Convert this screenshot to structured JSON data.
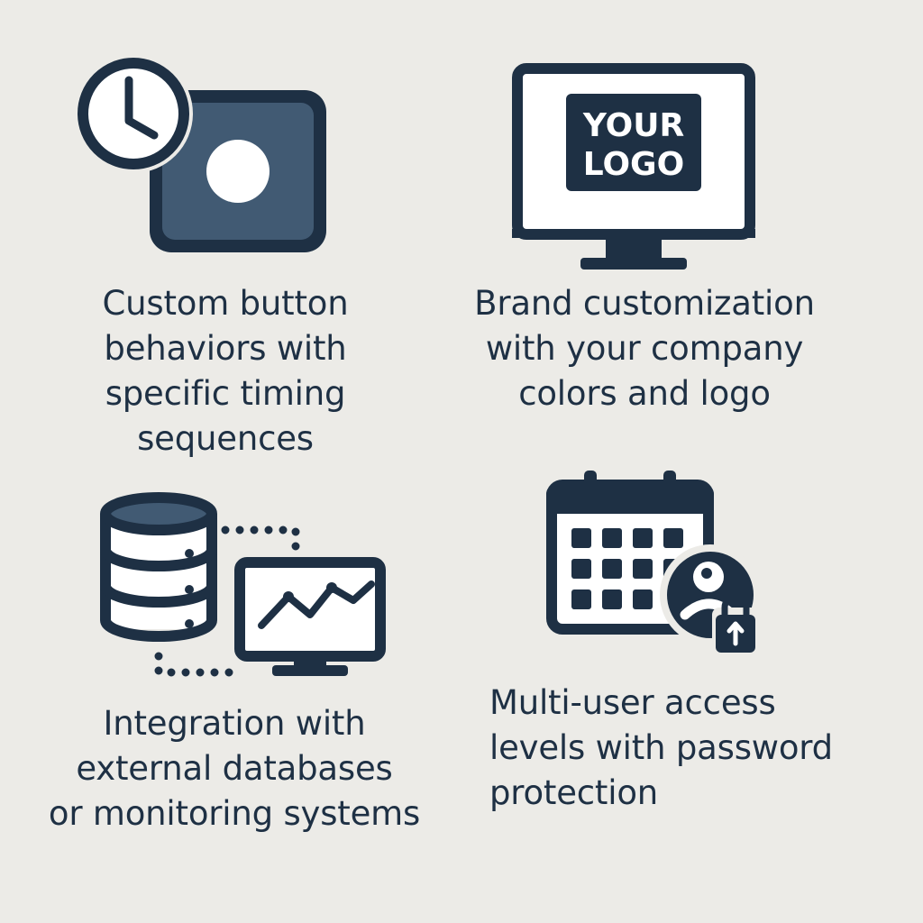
{
  "colors": {
    "background": "#ecebe7",
    "navy": "#1e3044",
    "slate": "#415a73",
    "white": "#ffffff"
  },
  "features": [
    {
      "icon": "timer-button-icon",
      "lines": [
        "Custom button",
        "behaviors with",
        "specific timing",
        "sequences"
      ]
    },
    {
      "icon": "monitor-logo-icon",
      "logo_lines": [
        "YOUR",
        "LOGO"
      ],
      "lines": [
        "Brand customization",
        "with your company",
        "colors and logo"
      ]
    },
    {
      "icon": "database-monitor-icon",
      "lines": [
        "Integration with",
        "external databases",
        "or monitoring systems"
      ]
    },
    {
      "icon": "calendar-user-lock-icon",
      "lines": [
        "Multi-user access",
        "levels with password",
        "protection"
      ]
    }
  ]
}
